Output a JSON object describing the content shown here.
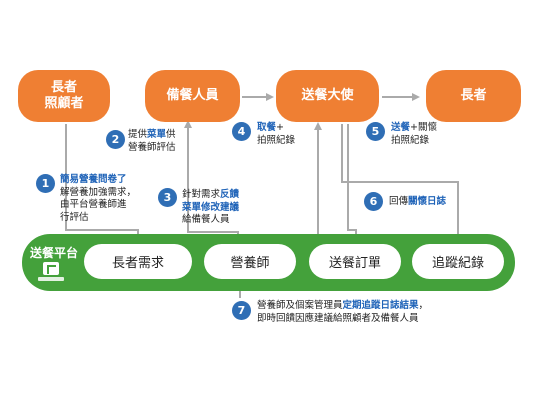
{
  "colors": {
    "actor_orange": "#ef7f33",
    "badge_blue": "#2f6eb5",
    "highlight_blue": "#1f63b8",
    "platform_green": "#44a13b",
    "arrow_gray": "#aaaaaa"
  },
  "actors": {
    "caregiver": "長者\n照顧者",
    "meal_prep": "備餐人員",
    "delivery": "送餐大使",
    "elder": "長者"
  },
  "steps": [
    {
      "num": "1",
      "lines": [
        [
          {
            "t": "簡易營養問卷了",
            "hl": true
          }
        ],
        [
          {
            "t": "解營養加強需求，"
          }
        ],
        [
          {
            "t": "由平台營養師進"
          }
        ],
        [
          {
            "t": "行評估"
          }
        ]
      ]
    },
    {
      "num": "2",
      "lines": [
        [
          {
            "t": "提供"
          },
          {
            "t": "菜單",
            "hl": true
          },
          {
            "t": "供"
          }
        ],
        [
          {
            "t": "營養師評估"
          }
        ]
      ]
    },
    {
      "num": "3",
      "lines": [
        [
          {
            "t": "針對需求"
          },
          {
            "t": "反饋",
            "hl": true
          }
        ],
        [
          {
            "t": "菜單修改建議",
            "hl": true
          }
        ],
        [
          {
            "t": "給備餐人員"
          }
        ]
      ]
    },
    {
      "num": "4",
      "lines": [
        [
          {
            "t": "取餐",
            "hl": true
          },
          {
            "t": "+"
          }
        ],
        [
          {
            "t": "拍照紀錄"
          }
        ]
      ]
    },
    {
      "num": "5",
      "lines": [
        [
          {
            "t": "送餐",
            "hl": true
          },
          {
            "t": "+關懷"
          }
        ],
        [
          {
            "t": "拍照紀錄"
          }
        ]
      ]
    },
    {
      "num": "6",
      "lines": [
        [
          {
            "t": "回傳"
          },
          {
            "t": "關懷日誌",
            "hl": true
          }
        ]
      ]
    },
    {
      "num": "7",
      "lines": [
        [
          {
            "t": "營養師及個案管理員"
          },
          {
            "t": "定期追蹤日誌結果",
            "hl": true
          },
          {
            "t": "，"
          }
        ],
        [
          {
            "t": "即時回饋因應建議給照顧者及備餐人員"
          }
        ]
      ]
    }
  ],
  "platform": {
    "label": "送餐平台",
    "modules": [
      "長者需求",
      "營養師",
      "送餐訂單",
      "追蹤紀錄"
    ]
  }
}
